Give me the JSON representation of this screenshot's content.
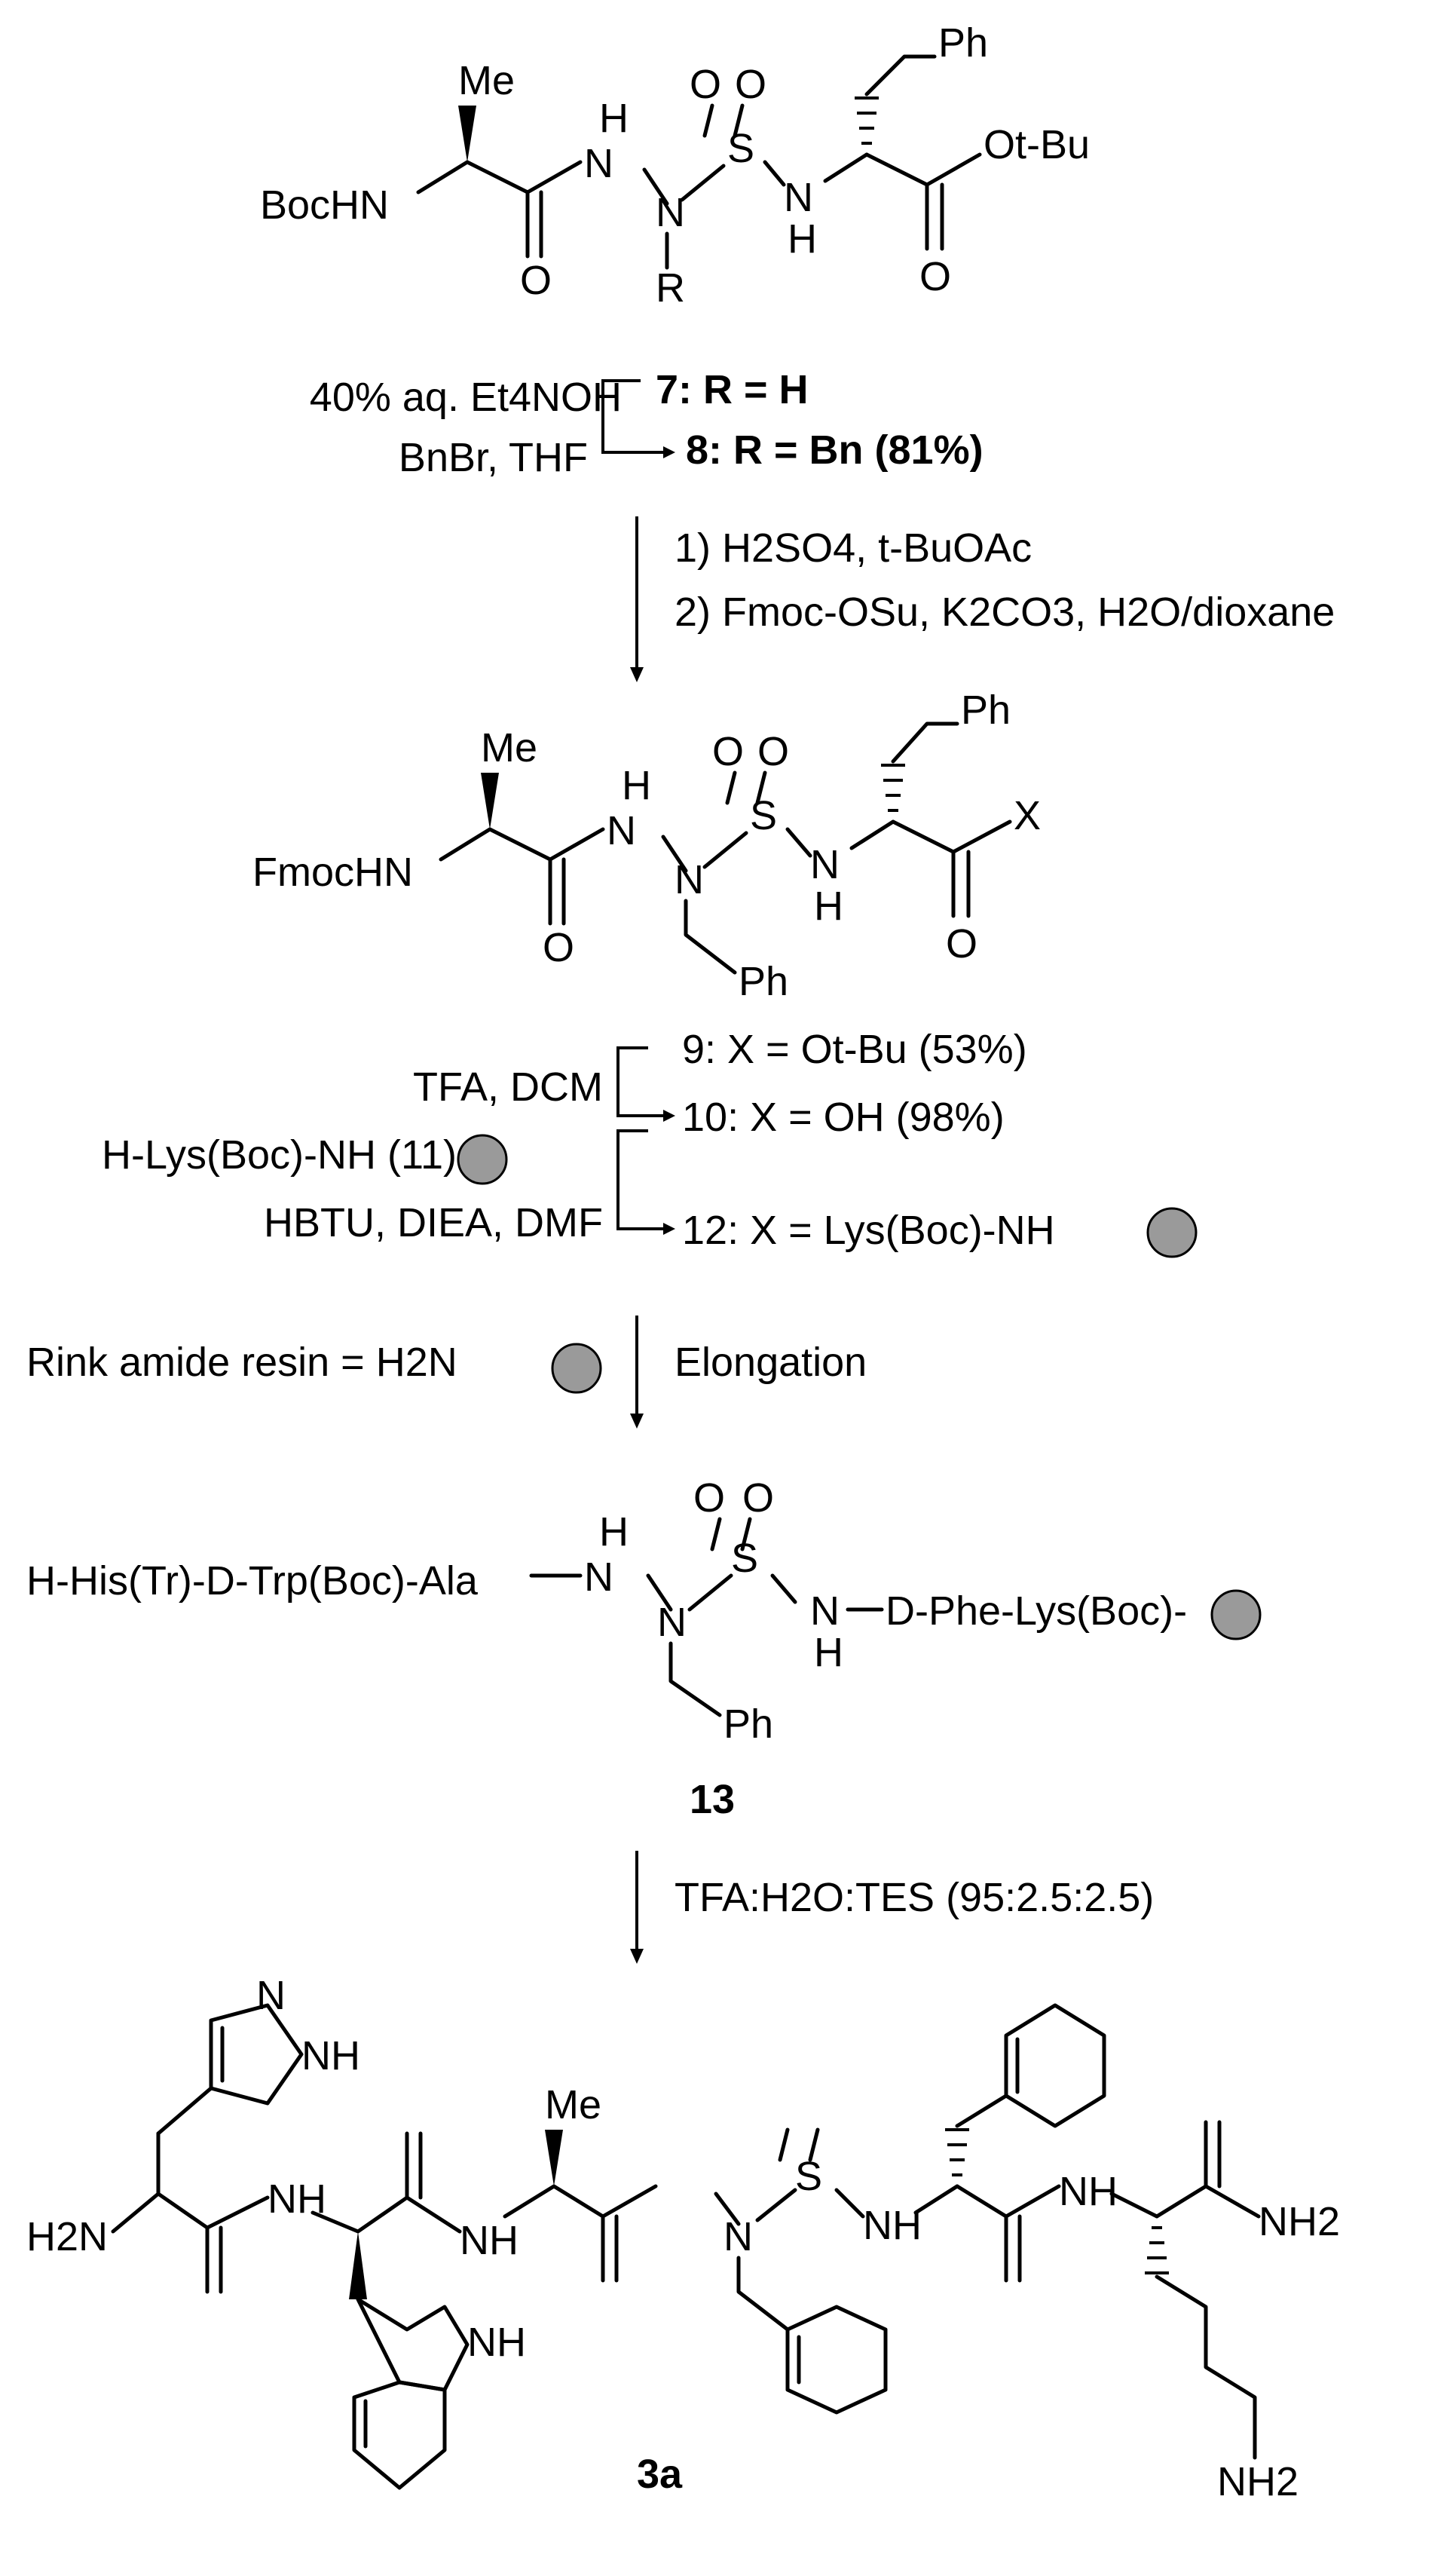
{
  "structure_top": {
    "me": "Me",
    "bochn": "BocHN",
    "h_top": "H",
    "n": "N",
    "o_left": "O",
    "r": "R",
    "s": "S",
    "o1": "O",
    "o2": "O",
    "n_h": "N",
    "h_bottom": "H",
    "ph": "Ph",
    "o_tbu": "Ot-Bu",
    "o_bottom": "O"
  },
  "step1": {
    "reagent_line1": "40% aq. Et4NOH",
    "reagent_line2": "BnBr, THF",
    "compound_7": "7: R = H",
    "compound_8": "8: R = Bn (81%)"
  },
  "step2": {
    "line1": "1) H2SO4, t-BuOAc",
    "line2": "2) Fmoc-OSu, K2CO3, H2O/dioxane"
  },
  "structure_mid": {
    "me": "Me",
    "fmochn": "FmocHN",
    "h_top": "H",
    "n": "N",
    "o_left": "O",
    "ph_bn": "Ph",
    "s": "S",
    "o1": "O",
    "o2": "O",
    "n_h": "N",
    "h_bottom": "H",
    "ph": "Ph",
    "x": "X",
    "o_bottom": "O"
  },
  "step3": {
    "reagent_a": "TFA, DCM",
    "reagent_b": "H-Lys(Boc)-NH (11)",
    "reagent_c": "HBTU, DIEA, DMF",
    "compound_9": "9: X = Ot-Bu (53%)",
    "compound_10": "10: X = OH (98%)",
    "compound_12": "12: X = Lys(Boc)-NH"
  },
  "step4": {
    "left_label": "Rink amide resin = H2N",
    "right_label": "Elongation"
  },
  "structure_13": {
    "left_chain": "H-His(Tr)-D-Trp(Boc)-Ala",
    "right_chain": "D-Phe-Lys(Boc)-",
    "n1": "N",
    "h_top": "H",
    "n2": "N",
    "s": "S",
    "o1": "O",
    "o2": "O",
    "n3": "N",
    "h_bottom": "H",
    "ph": "Ph",
    "label": "13"
  },
  "step5": {
    "conditions": "TFA:H2O:TES (95:2.5:2.5)"
  },
  "structure_3a": {
    "label": "3a",
    "h2n": "H2N",
    "nh2_right": "NH2",
    "nh2_bottom": "NH2",
    "me": "Me",
    "s": "S",
    "n_bn": "N",
    "imid_n": "N",
    "imid_nh": "NH",
    "indole_nh": "NH"
  }
}
